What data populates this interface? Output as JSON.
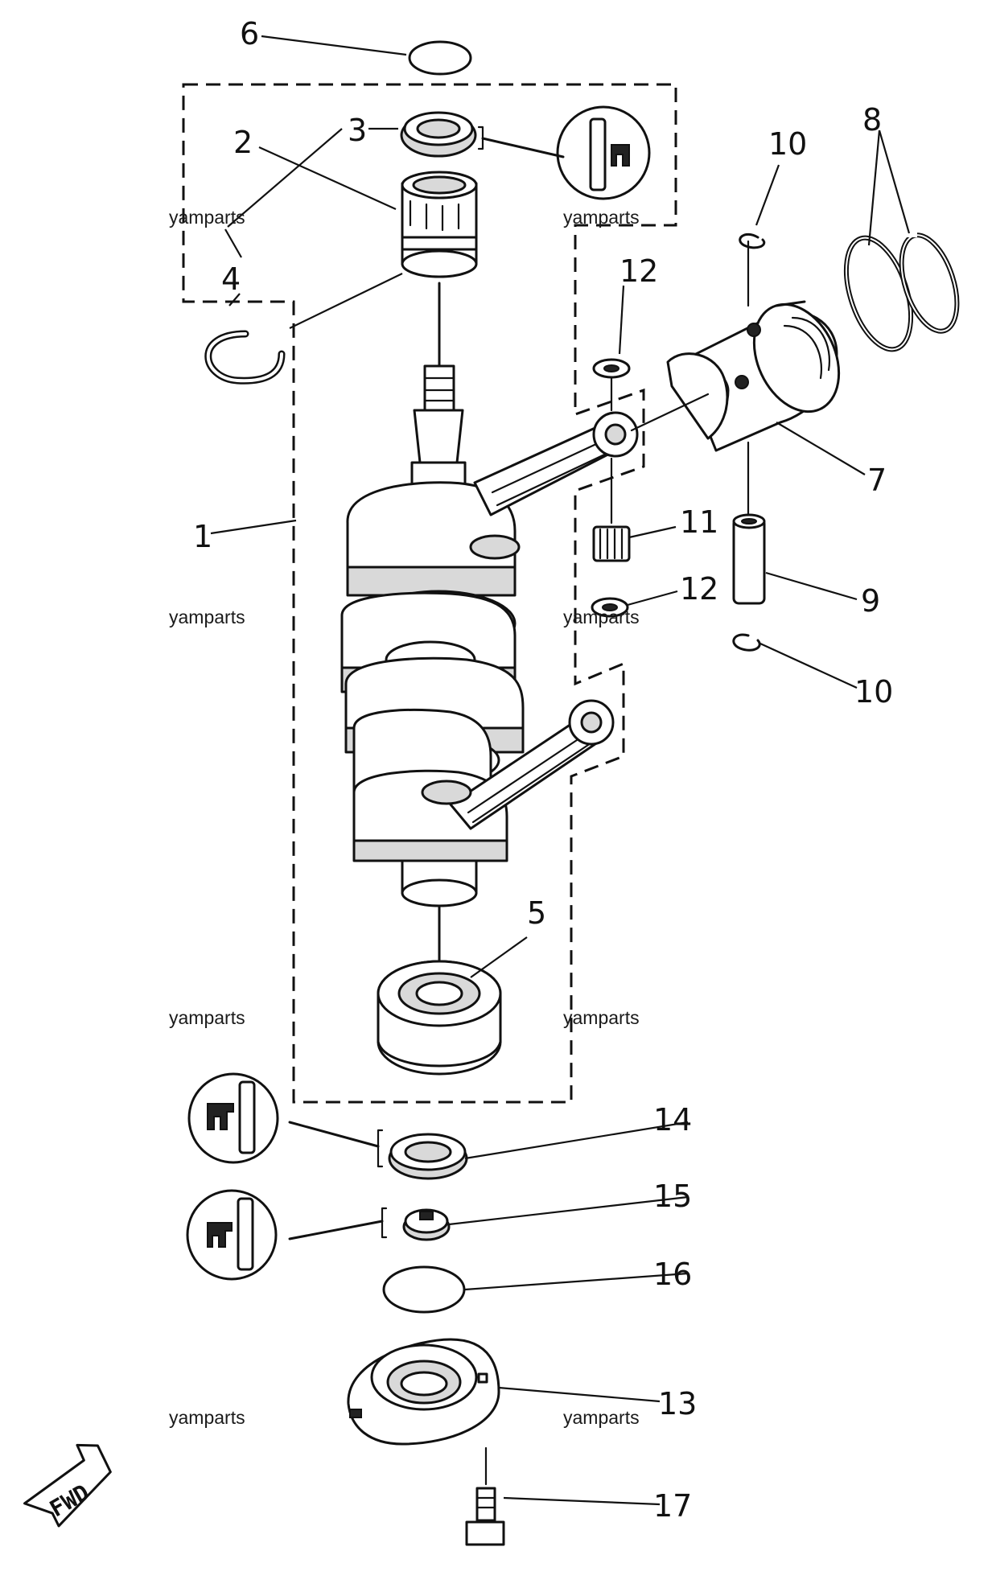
{
  "callouts": {
    "c1": "1",
    "c2": "2",
    "c3": "3",
    "c4": "4",
    "c5": "5",
    "c6": "6",
    "c7": "7",
    "c8": "8",
    "c9": "9",
    "c10a": "10",
    "c10b": "10",
    "c11": "11",
    "c12a": "12",
    "c12b": "12",
    "c13": "13",
    "c14": "14",
    "c15": "15",
    "c16": "16",
    "c17": "17"
  },
  "watermark": {
    "w1": "yamparts",
    "w2": "yamparts",
    "w3": "yamparts",
    "w4": "yamparts",
    "w5": "yamparts",
    "w6": "yamparts",
    "w7": "yamparts",
    "w8": "yamparts"
  },
  "fwd_label": "FWD"
}
